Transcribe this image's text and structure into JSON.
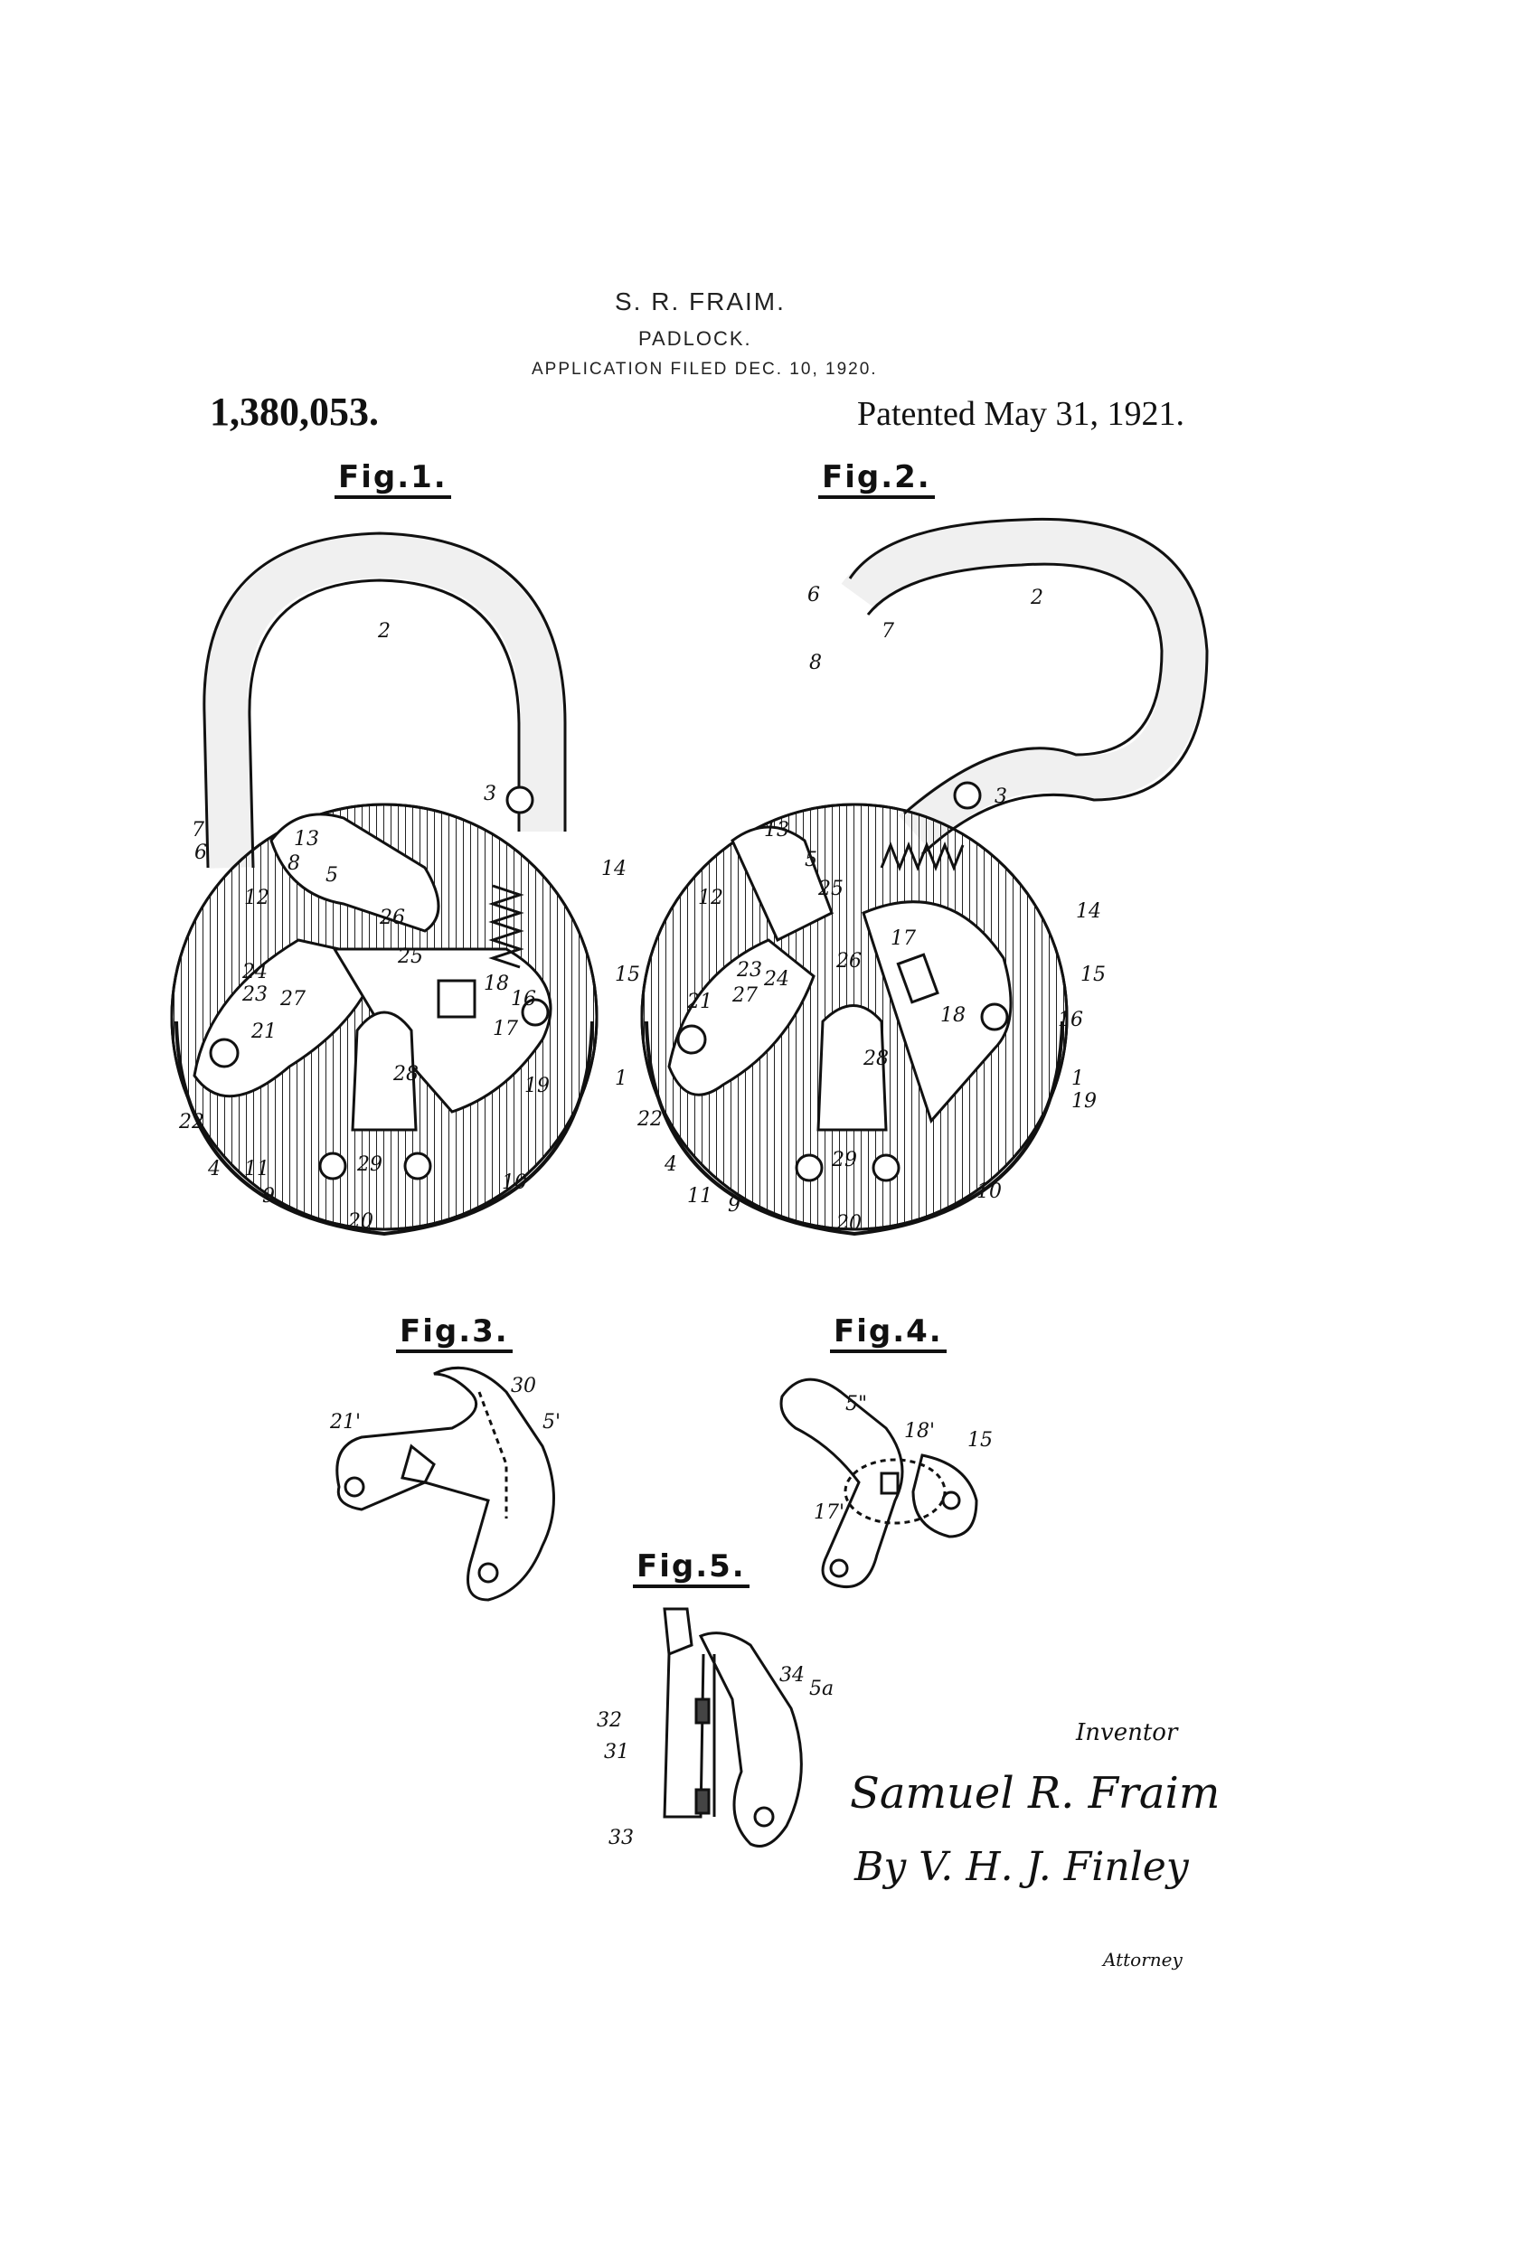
{
  "header": {
    "inventor_name": "S. R. FRAIM.",
    "title": "PADLOCK.",
    "application_line": "APPLICATION FILED DEC. 10, 1920.",
    "patent_number": "1,380,053.",
    "patented_date": "Patented May 31, 1921."
  },
  "figures": {
    "fig1_label": "Fig.1.",
    "fig2_label": "Fig.2.",
    "fig3_label": "Fig.3.",
    "fig4_label": "Fig.4.",
    "fig5_label": "Fig.5."
  },
  "reference_numerals": {
    "fig1": [
      "2",
      "3",
      "7",
      "6",
      "13",
      "8",
      "5",
      "12",
      "26",
      "14",
      "24",
      "23",
      "27",
      "25",
      "18",
      "16",
      "15",
      "21",
      "17",
      "22",
      "28",
      "19",
      "1",
      "4",
      "11",
      "9",
      "29",
      "10",
      "20"
    ],
    "fig2": [
      "6",
      "7",
      "8",
      "2",
      "3",
      "13",
      "5",
      "12",
      "25",
      "14",
      "17",
      "23",
      "24",
      "26",
      "21",
      "27",
      "18",
      "15",
      "16",
      "22",
      "28",
      "1",
      "19",
      "4",
      "11",
      "9",
      "29",
      "10",
      "20"
    ],
    "fig3": [
      "21'",
      "30",
      "5'"
    ],
    "fig4": [
      "5\"",
      "18'",
      "15",
      "17'"
    ],
    "fig5": [
      "34",
      "32",
      "31",
      "33"
    ],
    "fig5_tag": "5a"
  },
  "signature_block": {
    "inventor_label": "Inventor",
    "inventor_signature": "Samuel R. Fraim",
    "attorney_signature": "By V. H. J. Finley",
    "attorney_label": "Attorney"
  }
}
